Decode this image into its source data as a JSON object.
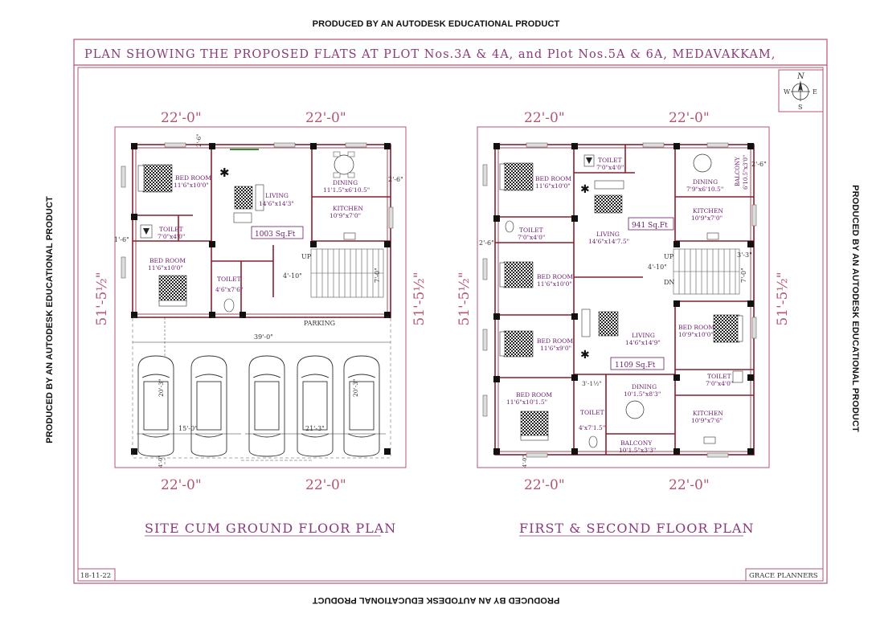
{
  "watermark": "PRODUCED BY AN AUTODESK EDUCATIONAL PRODUCT",
  "sheet_title": "PLAN SHOWING THE PROPOSED FLATS AT PLOT Nos.3A & 4A, and Plot Nos.5A & 6A, MEDAVAKKAM,",
  "date": "18-11-22",
  "firm": "GRACE PLANNERS",
  "compass": {
    "n": "N",
    "s": "S",
    "e": "E",
    "w": "W"
  },
  "colors": {
    "border": "#b5566d",
    "wall": "#8a1f2d",
    "label": "#6a1b6a",
    "dim": "#b5566d",
    "column": "#111111"
  },
  "ground": {
    "title": "SITE CUM GROUND FLOOR PLAN",
    "dim_top_left": "22'-0\"",
    "dim_top_right": "22'-0\"",
    "dim_bottom_left": "22'-0\"",
    "dim_bottom_right": "22'-0\"",
    "dim_side": "51'-5½\"",
    "bed1_name": "BED ROOM",
    "bed1_size": "11'6\"x10'0\"",
    "toilet1_name": "TOILET",
    "toilet1_size": "7'0\"x4'0\"",
    "bed2_name": "BED ROOM",
    "bed2_size": "11'6\"x10'0\"",
    "toilet2_name": "TOILET",
    "toilet2_size": "4'6\"x7'6\"",
    "living_name": "LIVING",
    "living_size": "14'6\"x14'3\"",
    "area": "1003  Sq.Ft",
    "dining_name": "DINING",
    "dining_size": "11'1.5\"x6'10.5\"",
    "kitchen_name": "KITCHEN",
    "kitchen_size": "10'9\"x7'0\"",
    "up": "UP",
    "stair_w": "4'-10\"",
    "stair_h": "7'-0\"",
    "set_26a": "2'-6\"",
    "set_26b": "2'-6\"",
    "set_16": "1'-6\"",
    "parking": "PARKING",
    "span": "39'-0\"",
    "car_len": "20'-3\"",
    "car_len2": "20'-3\"",
    "gap1": "15'-0\"",
    "gap2": "21'-3\"",
    "setb_bottom": "4'-0\""
  },
  "first": {
    "title": "FIRST & SECOND FLOOR PLAN",
    "dim_top_left": "22'-0\"",
    "dim_top_right": "22'-0\"",
    "dim_bottom_left": "22'-0\"",
    "dim_bottom_right": "22'-0\"",
    "dim_side": "51'-5½\"",
    "bed1_name": "BED ROOM",
    "bed1_size": "11'6\"x10'0\"",
    "toilet1_name": "TOILET",
    "toilet1_size": "7'0\"x4'0\"",
    "toilet2_name": "TOILET",
    "toilet2_size": "7'0\"x4'0\"",
    "living1_name": "LIVING",
    "living1_size": "14'6\"x14'7.5\"",
    "area1": "941  Sq.Ft",
    "dining1_name": "DINING",
    "dining1_size": "7'9\"x6'10.5\"",
    "balcony1_name": "BALCONY",
    "balcony1_size": "6'10.5\"x3'0\"",
    "kitchen1_name": "KITCHEN",
    "kitchen1_size": "10'9\"x7'0\"",
    "bed2_name": "BED ROOM",
    "bed2_size": "11'6\"x10'0\"",
    "up": "UP",
    "dn": "DN",
    "stair_w": "4'-10\"",
    "stair_h": "7'-0\"",
    "stair_r": "3'-3\"",
    "set_26a": "2'-6\"",
    "set_26b": "2'-6\"",
    "bed3_name": "BED ROOM",
    "bed3_size": "11'6\"x9'0\"",
    "living2_name": "LIVING",
    "living2_size": "14'6\"x14'9\"",
    "area2": "1109  Sq.Ft",
    "bed4_name": "BED ROOM",
    "bed4_size": "10'9\"x10'0\"",
    "toilet3_name": "TOILET",
    "toilet3_size": "7'0\"x4'0\"",
    "gap_3": "3'-1½\"",
    "bed5_name": "BED ROOM",
    "bed5_size": "11'6\"x10'1.5\"",
    "toilet4_name": "TOILET",
    "toilet4_size": "4'x7'1.5\"",
    "dining2_name": "DINING",
    "dining2_size": "10'1.5\"x8'3\"",
    "balcony2_name": "BALCONY",
    "balcony2_size": "10'1.5\"x3'3\"",
    "kitchen2_name": "KITCHEN",
    "kitchen2_size": "10'9\"x7'6\"",
    "setb_bottom": "4'-0\""
  }
}
